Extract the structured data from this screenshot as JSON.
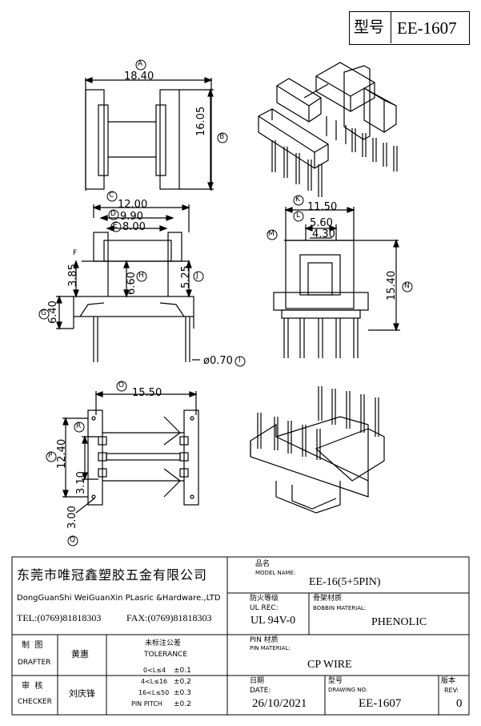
{
  "model_box": {
    "label_cn": "型号",
    "value": "EE-1607"
  },
  "dims": {
    "A": {
      "letter": "A",
      "value": "18.40"
    },
    "B": {
      "letter": "B",
      "value": "16.05"
    },
    "C": {
      "letter": "C",
      "value": "12.00"
    },
    "D": {
      "letter": "D",
      "value": "9.90"
    },
    "E": {
      "letter": "E",
      "value": "8.00"
    },
    "F": {
      "letter": "F",
      "value": "3.85"
    },
    "G": {
      "letter": "G",
      "value": "6.40"
    },
    "H": {
      "letter": "H",
      "value": "6.60"
    },
    "I": {
      "letter": "I",
      "value": "ø0.70"
    },
    "J": {
      "letter": "J",
      "value": "5.25"
    },
    "K": {
      "letter": "K",
      "value": "11.50"
    },
    "L": {
      "letter": "L",
      "value": "5.60"
    },
    "M": {
      "letter": "M",
      "value": "4.30"
    },
    "N": {
      "letter": "N",
      "value": "15.40"
    },
    "O": {
      "letter": "O",
      "value": "15.50"
    },
    "P": {
      "letter": "P",
      "value": "12.40"
    },
    "Q": {
      "letter": "Q",
      "value": "3.00"
    },
    "R": {
      "letter": "R",
      "value": "3.10"
    }
  },
  "company": {
    "name_cn": "东莞市唯冠鑫塑胶五金有限公司",
    "name_en": "DongGuanShi WeiGuanXin PLasric &Hardware.,LTD",
    "tel": "TEL:(0769)81818303",
    "fax": "FAX:(0769)81818303"
  },
  "title_block": {
    "model_label_cn": "品名",
    "model_label_en": "MODEL NAME:",
    "model_value": "EE-16(5+5PIN)",
    "ul_label_cn": "防火等级",
    "ul_label_en": "UL REC:",
    "ul_value": "UL 94V-0",
    "bobbin_label_cn": "骨架材质",
    "bobbin_label_en": "BOBBIN MATERIAL:",
    "bobbin_value": "PHENOLIC",
    "pin_label_cn": "PIN 材质",
    "pin_label_en": "PIN MATERIAL:",
    "pin_value": "CP WIRE",
    "date_label_cn": "日期",
    "date_label_en": "DATE:",
    "date_value": "26/10/2021",
    "drawing_label_cn": "型号",
    "drawing_label_en": "DRAWING NO:",
    "drawing_value": "EE-1607",
    "rev_label_cn": "版本",
    "rev_label_en": "REV:",
    "rev_value": "0"
  },
  "signatures": {
    "drafter_cn": "制  图",
    "drafter_en": "DRAFTER",
    "drafter_name": "黄惠",
    "checker_cn": "审  核",
    "checker_en": "CHECKER",
    "checker_name": "刘庆锋"
  },
  "tolerance": {
    "title_cn": "未标注公差",
    "title_en": "TOLERANCE",
    "rows": [
      {
        "range": "0<L≤4",
        "value": "±0.1"
      },
      {
        "range": "4<L≤16",
        "value": "±0.2"
      },
      {
        "range": "16<L≤50",
        "value": "±0.3"
      },
      {
        "range": "PIN PITCH",
        "value": "±0.2"
      }
    ]
  }
}
